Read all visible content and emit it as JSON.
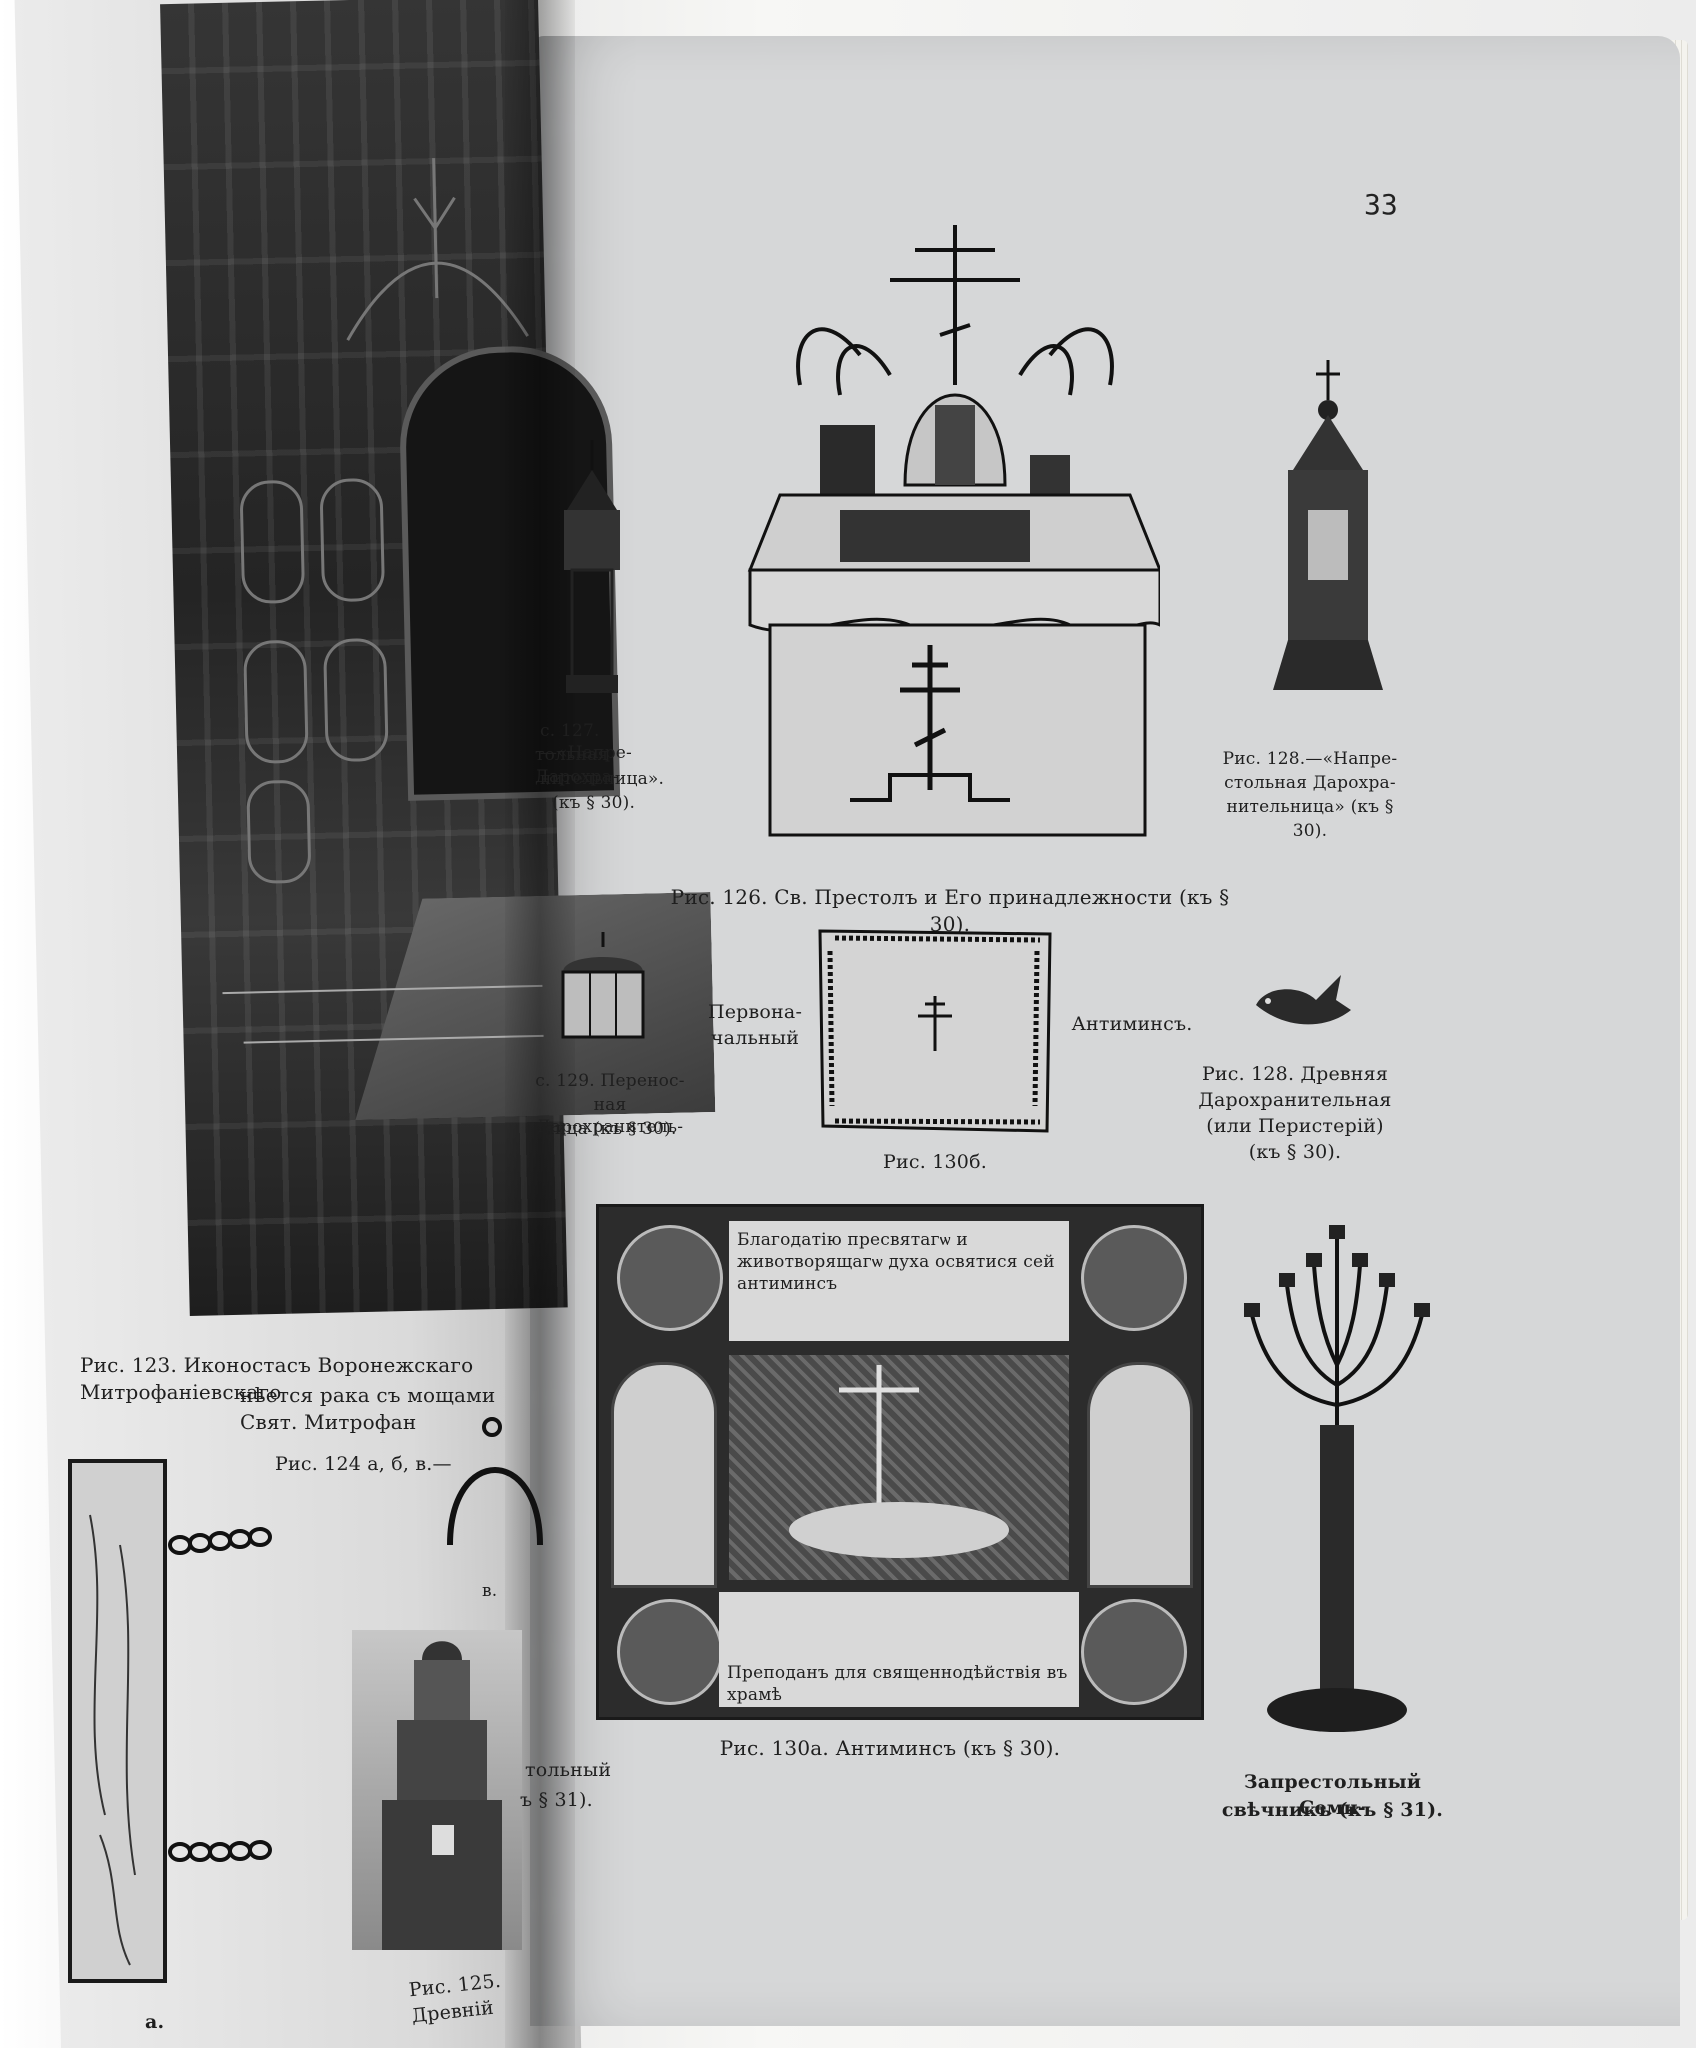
{
  "page_number": "33",
  "captions": {
    "fig123_line1": "Рис. 123.  Иконостасъ Воронежскаго Митрофаніевскаго",
    "fig123_line2": "нѣется рака съ мощами Свят. Митрофан",
    "fig124": "Рис. 124 а, б, в.—",
    "fig124_mark_a": "а.",
    "fig124_mark_v": "в.",
    "fig125": "Рис. 125. Древній",
    "fig_left_partial_1": "тольный",
    "fig_left_partial_2": "ъ § 31).",
    "fig126": "Рис. 126. Св. Престолъ и Его принадлежности (къ § 30).",
    "fig127_l1": "с. 127.—«Напре-",
    "fig127_l2": "тольная Дарохра-",
    "fig127_l3": "нительница».",
    "fig127_l4": "(къ § 30).",
    "fig128a_l1": "Рис.  128.—«Напре-",
    "fig128a_l2": "стольная  Дарохра-",
    "fig128a_l3": "нительница» (къ  §",
    "fig128a_l4": "30).",
    "fig128b_l1": "Рис.  128.  Древняя",
    "fig128b_l2": "Дарохранительная",
    "fig128b_l3": "(или  Перистерій)",
    "fig128b_l4": "(къ  § 30).",
    "fig129_l1": "с. 129. Перенос-",
    "fig129_l2": "ная Дарохранитель-",
    "fig129_l3": "ница (къ § 30).",
    "fig130b_left_l1": "Первона-",
    "fig130b_left_l2": "чальный",
    "fig130b_right": "Антиминсъ.",
    "fig130b": "Рис. 130б.",
    "fig130a": "Рис. 130а. Антиминсъ (къ § 30).",
    "fig131_l1": "Запрестольный Семи-",
    "fig131_l2": "свѣчникъ (къ § 31)."
  },
  "antimins_text": {
    "top": "Благодатію пресвятагѡ и животворящагѡ духа освятися сей антиминсъ",
    "bottom": "Преподанъ для священнодѣйствія въ храмѣ"
  },
  "colors": {
    "paper": "#d6d7d8",
    "ink": "#1c1c1c",
    "photo_dark": "#242424"
  }
}
